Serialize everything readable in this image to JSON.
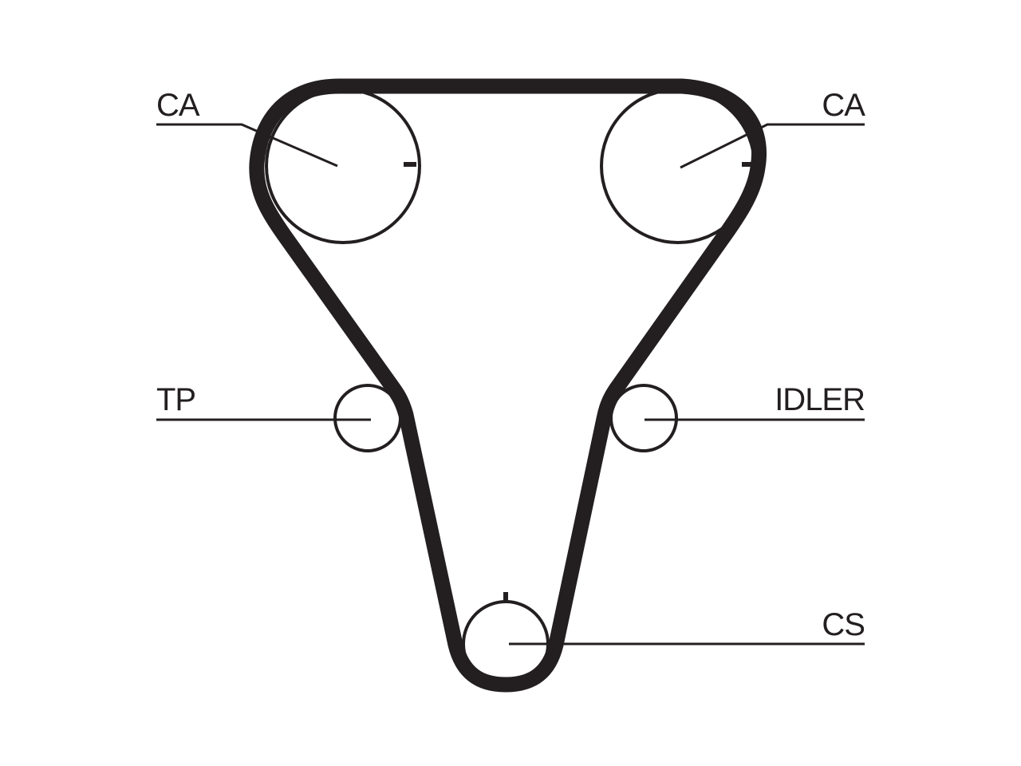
{
  "diagram": {
    "labels": {
      "cam_left": "CA",
      "cam_right": "CA",
      "tensioner": "TP",
      "idler": "IDLER",
      "crankshaft": "CS"
    },
    "colors": {
      "ink": "#231f20",
      "background": "#ffffff"
    }
  }
}
